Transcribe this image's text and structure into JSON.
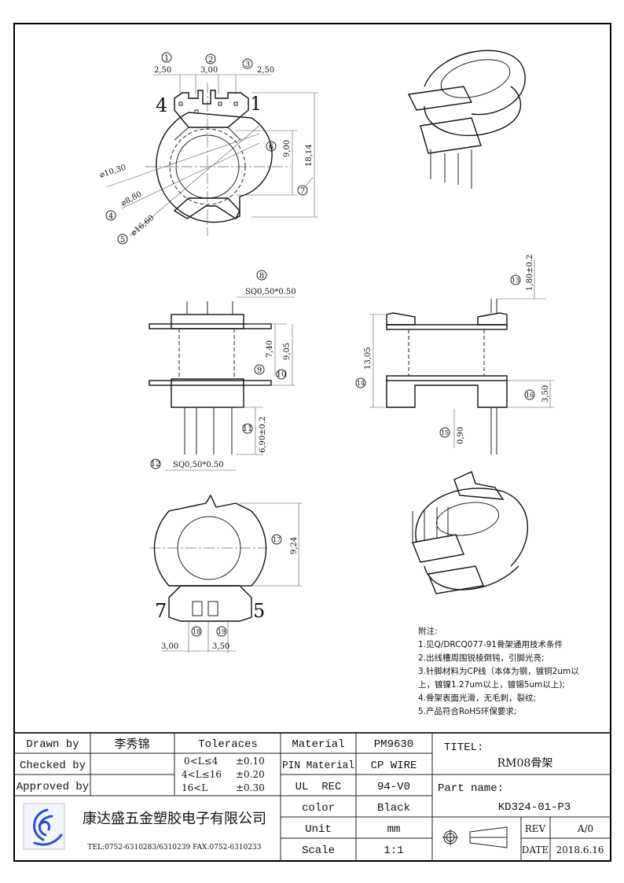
{
  "top_view": {
    "callouts": [
      "1",
      "2",
      "3",
      "4",
      "5",
      "6",
      "7"
    ],
    "dims": {
      "w1": "2,50",
      "w2": "3,00",
      "w3": "2,50",
      "h_inner": "9,00",
      "h_total": "18,14",
      "d1": "⌀10,30",
      "d2": "⌀8,80",
      "d3": "⌀16,60"
    },
    "pin_labels": {
      "left": "4",
      "right": "1"
    }
  },
  "side_view": {
    "callouts": [
      "8",
      "9",
      "10",
      "11",
      "12"
    ],
    "dims": {
      "pin_top": "SQ0,50*0.50",
      "h1": "7,40",
      "h2": "9,05",
      "pin_len": "6,90±0.2",
      "pin_bottom": "SQ0,50*0.50"
    }
  },
  "end_view": {
    "callouts": [
      "13",
      "14",
      "15",
      "16"
    ],
    "dims": {
      "pin_top": "1,80±0.2",
      "height": "13,05",
      "offset": "0,90",
      "pin_h": "3,50"
    }
  },
  "bottom_view": {
    "callouts": [
      "17",
      "18",
      "19"
    ],
    "dims": {
      "height": "9,24",
      "w1": "3,00",
      "w2": "3,50"
    },
    "pin_labels": {
      "left": "7",
      "right": "5"
    }
  },
  "notes": {
    "title": "附注:",
    "items": [
      "1.见Q/DRCQ077-91骨架通用技术条件",
      "2.出线槽周围锐棱倒钝，引脚光亮;",
      "3.针脚材料为CP线（本体为钢，镀铜2um以",
      "上，镀镍1.27um以上，镀锡5um以上);",
      "4.骨架表面光滑，无毛刺，裂纹;",
      "5.产品符合RoHS环保要求;"
    ]
  },
  "title_block": {
    "drawn_by_label": "Drawn by",
    "drawn_by": "李秀锦",
    "checked_by_label": "Checked by",
    "approved_by_label": "Approved by",
    "tolerances_label": "Toleraces",
    "tolerances": [
      {
        "range": "0<L≤4",
        "value": "±0.10"
      },
      {
        "range": "4<L≤16",
        "value": "±0.20"
      },
      {
        "range": "16<L",
        "value": "±0.30"
      }
    ],
    "company": "康达盛五金塑胶电子有限公司",
    "contact": "TEL:0752-6310283/6310239  FAX:0752-6310233",
    "specs": [
      {
        "label": "Material",
        "value": "PM9630"
      },
      {
        "label": "PIN Material",
        "value": "CP WIRE"
      },
      {
        "label": "UL  REC",
        "value": "94-V0"
      },
      {
        "label": "color",
        "value": "Black"
      },
      {
        "label": "Unit",
        "value": "mm"
      },
      {
        "label": "Scale",
        "value": "1:1"
      }
    ],
    "title_label": "TITEL:",
    "title": "RM08骨架",
    "part_name_label": "Part name:",
    "part_name": "KD324-01-P3",
    "rev_label": "REV",
    "rev": "A/0",
    "date_label": "DATE",
    "date": "2018.6.16"
  },
  "colors": {
    "logo_blue": "#2a4fd0",
    "line": "#222222"
  }
}
